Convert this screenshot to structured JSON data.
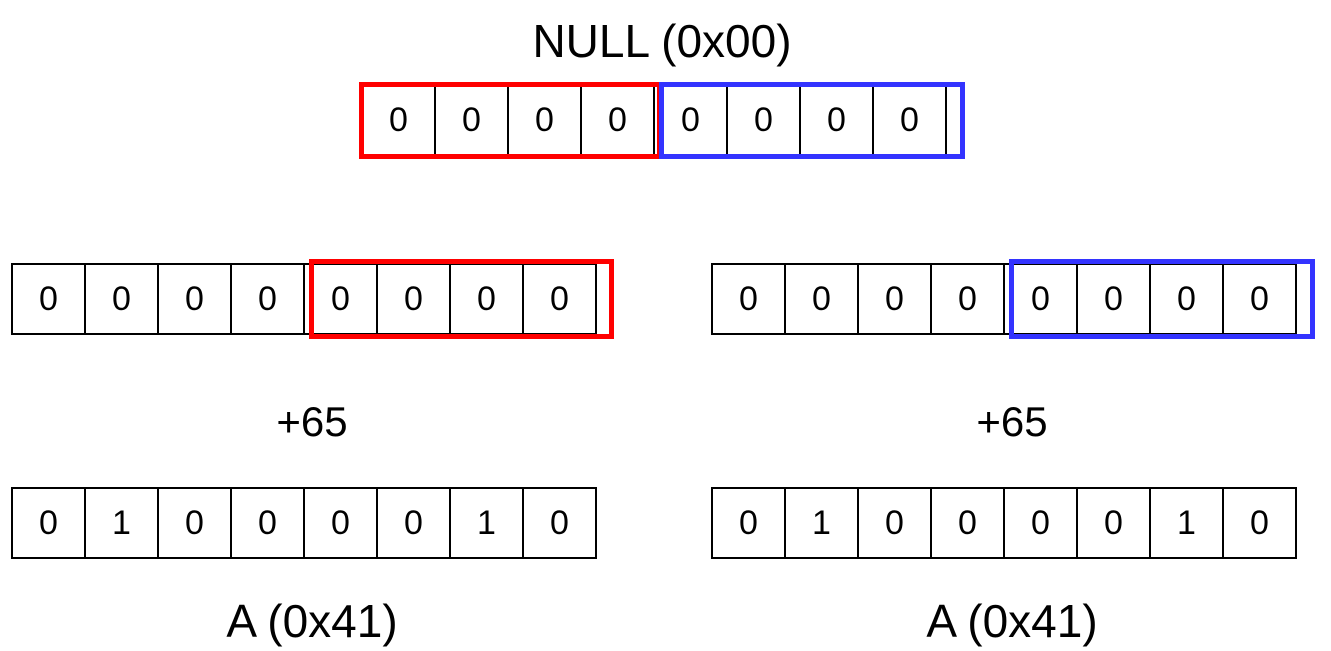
{
  "colors": {
    "high_nibble": "#ff0000",
    "low_nibble": "#3333ff"
  },
  "top": {
    "title": "NULL (0x00)",
    "bits": [
      "0",
      "0",
      "0",
      "0",
      "0",
      "0",
      "0",
      "0"
    ]
  },
  "left": {
    "start_bits": [
      "0",
      "0",
      "0",
      "0",
      "0",
      "0",
      "0",
      "0"
    ],
    "operation": "+65",
    "result_bits": [
      "0",
      "1",
      "0",
      "0",
      "0",
      "0",
      "1",
      "0"
    ],
    "result_label": "A (0x41)"
  },
  "right": {
    "start_bits": [
      "0",
      "0",
      "0",
      "0",
      "0",
      "0",
      "0",
      "0"
    ],
    "operation": "+65",
    "result_bits": [
      "0",
      "1",
      "0",
      "0",
      "0",
      "0",
      "1",
      "0"
    ],
    "result_label": "A (0x41)"
  }
}
